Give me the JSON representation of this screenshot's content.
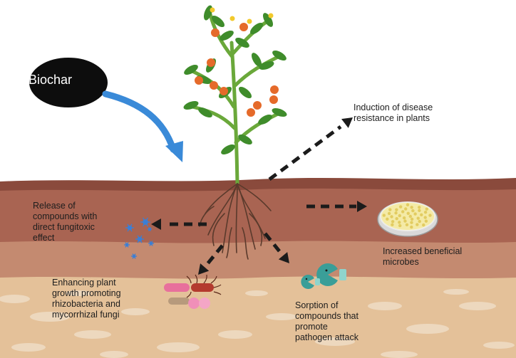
{
  "source": {
    "label": "Biochar"
  },
  "effects": {
    "disease_resistance": "Induction of disease\nresistance in plants",
    "fungitoxic": "Release of\ncompounds with\ndirect fungitoxic\neffect",
    "beneficial_microbes": "Increased beneficial\nmicrobes",
    "pgpr": "Enhancing plant\ngrowth promoting\nrhizobacteria and\nmycorrhizal fungi",
    "sorption": "Sorption of\ncompounds that\npromote\npathogen attack"
  },
  "colors": {
    "sky": "#ffffff",
    "soil_top": "#8a4a3c",
    "soil_upper": "#a96452",
    "soil_mid": "#c48a70",
    "soil_lower": "#e4c199",
    "pebble": "#efdcc4",
    "biochar": "#0d0d0d",
    "biochar_arrow": "#3a8ad8",
    "dashed_arrow": "#1b1b1b",
    "stem": "#6aa83a",
    "leaf": "#3f8c2b",
    "fruit": "#e56a2a",
    "flower": "#f2c92c",
    "root": "#5a3a2c",
    "fungi_icon": "#3b7fd6",
    "microbe_teal": "#3aa7a0"
  },
  "icons": {
    "biochar": "biochar-ellipse-icon",
    "plant": "tomato-plant-icon",
    "roots": "root-system-icon",
    "fungi": "fungal-spore-icon",
    "petri": "petri-dish-icon",
    "bacteria": "rhizobacteria-icon",
    "pacman": "compound-sorption-icon"
  }
}
